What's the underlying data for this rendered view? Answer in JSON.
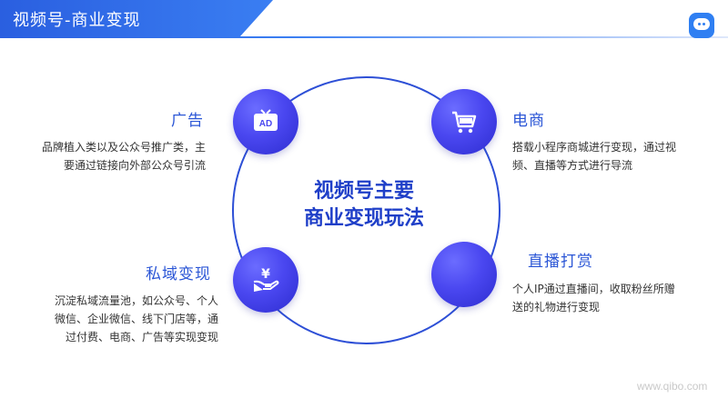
{
  "header": {
    "title": "视频号-商业变现"
  },
  "center": {
    "line1": "视频号主要",
    "line2": "商业变现玩法"
  },
  "items": {
    "ads": {
      "title": "广告",
      "desc1": "品牌植入类以及公众号推广类，主",
      "desc2": "要通过链接向外部公众号引流",
      "icon": "ad-icon"
    },
    "ecommerce": {
      "title": "电商",
      "desc1": "搭载小程序商城进行变现，通过视",
      "desc2": "频、直播等方式进行导流",
      "icon": "shopping-cart-icon"
    },
    "private": {
      "title": "私域变现",
      "desc1": "沉淀私域流量池，如公众号、个人",
      "desc2": "微信、企业微信、线下门店等，通",
      "desc3": "过付费、电商、广告等实现变现",
      "icon": "yuan-hand-icon"
    },
    "live": {
      "title": "直播打赏",
      "desc1": "个人IP通过直播间，收取粉丝所赠",
      "desc2": "送的礼物进行变现"
    }
  },
  "watermark": "www.qibo.com",
  "colors": {
    "accent": "#2b56d6",
    "ring": "#2d4fd6",
    "circle": "#4a47f0"
  }
}
